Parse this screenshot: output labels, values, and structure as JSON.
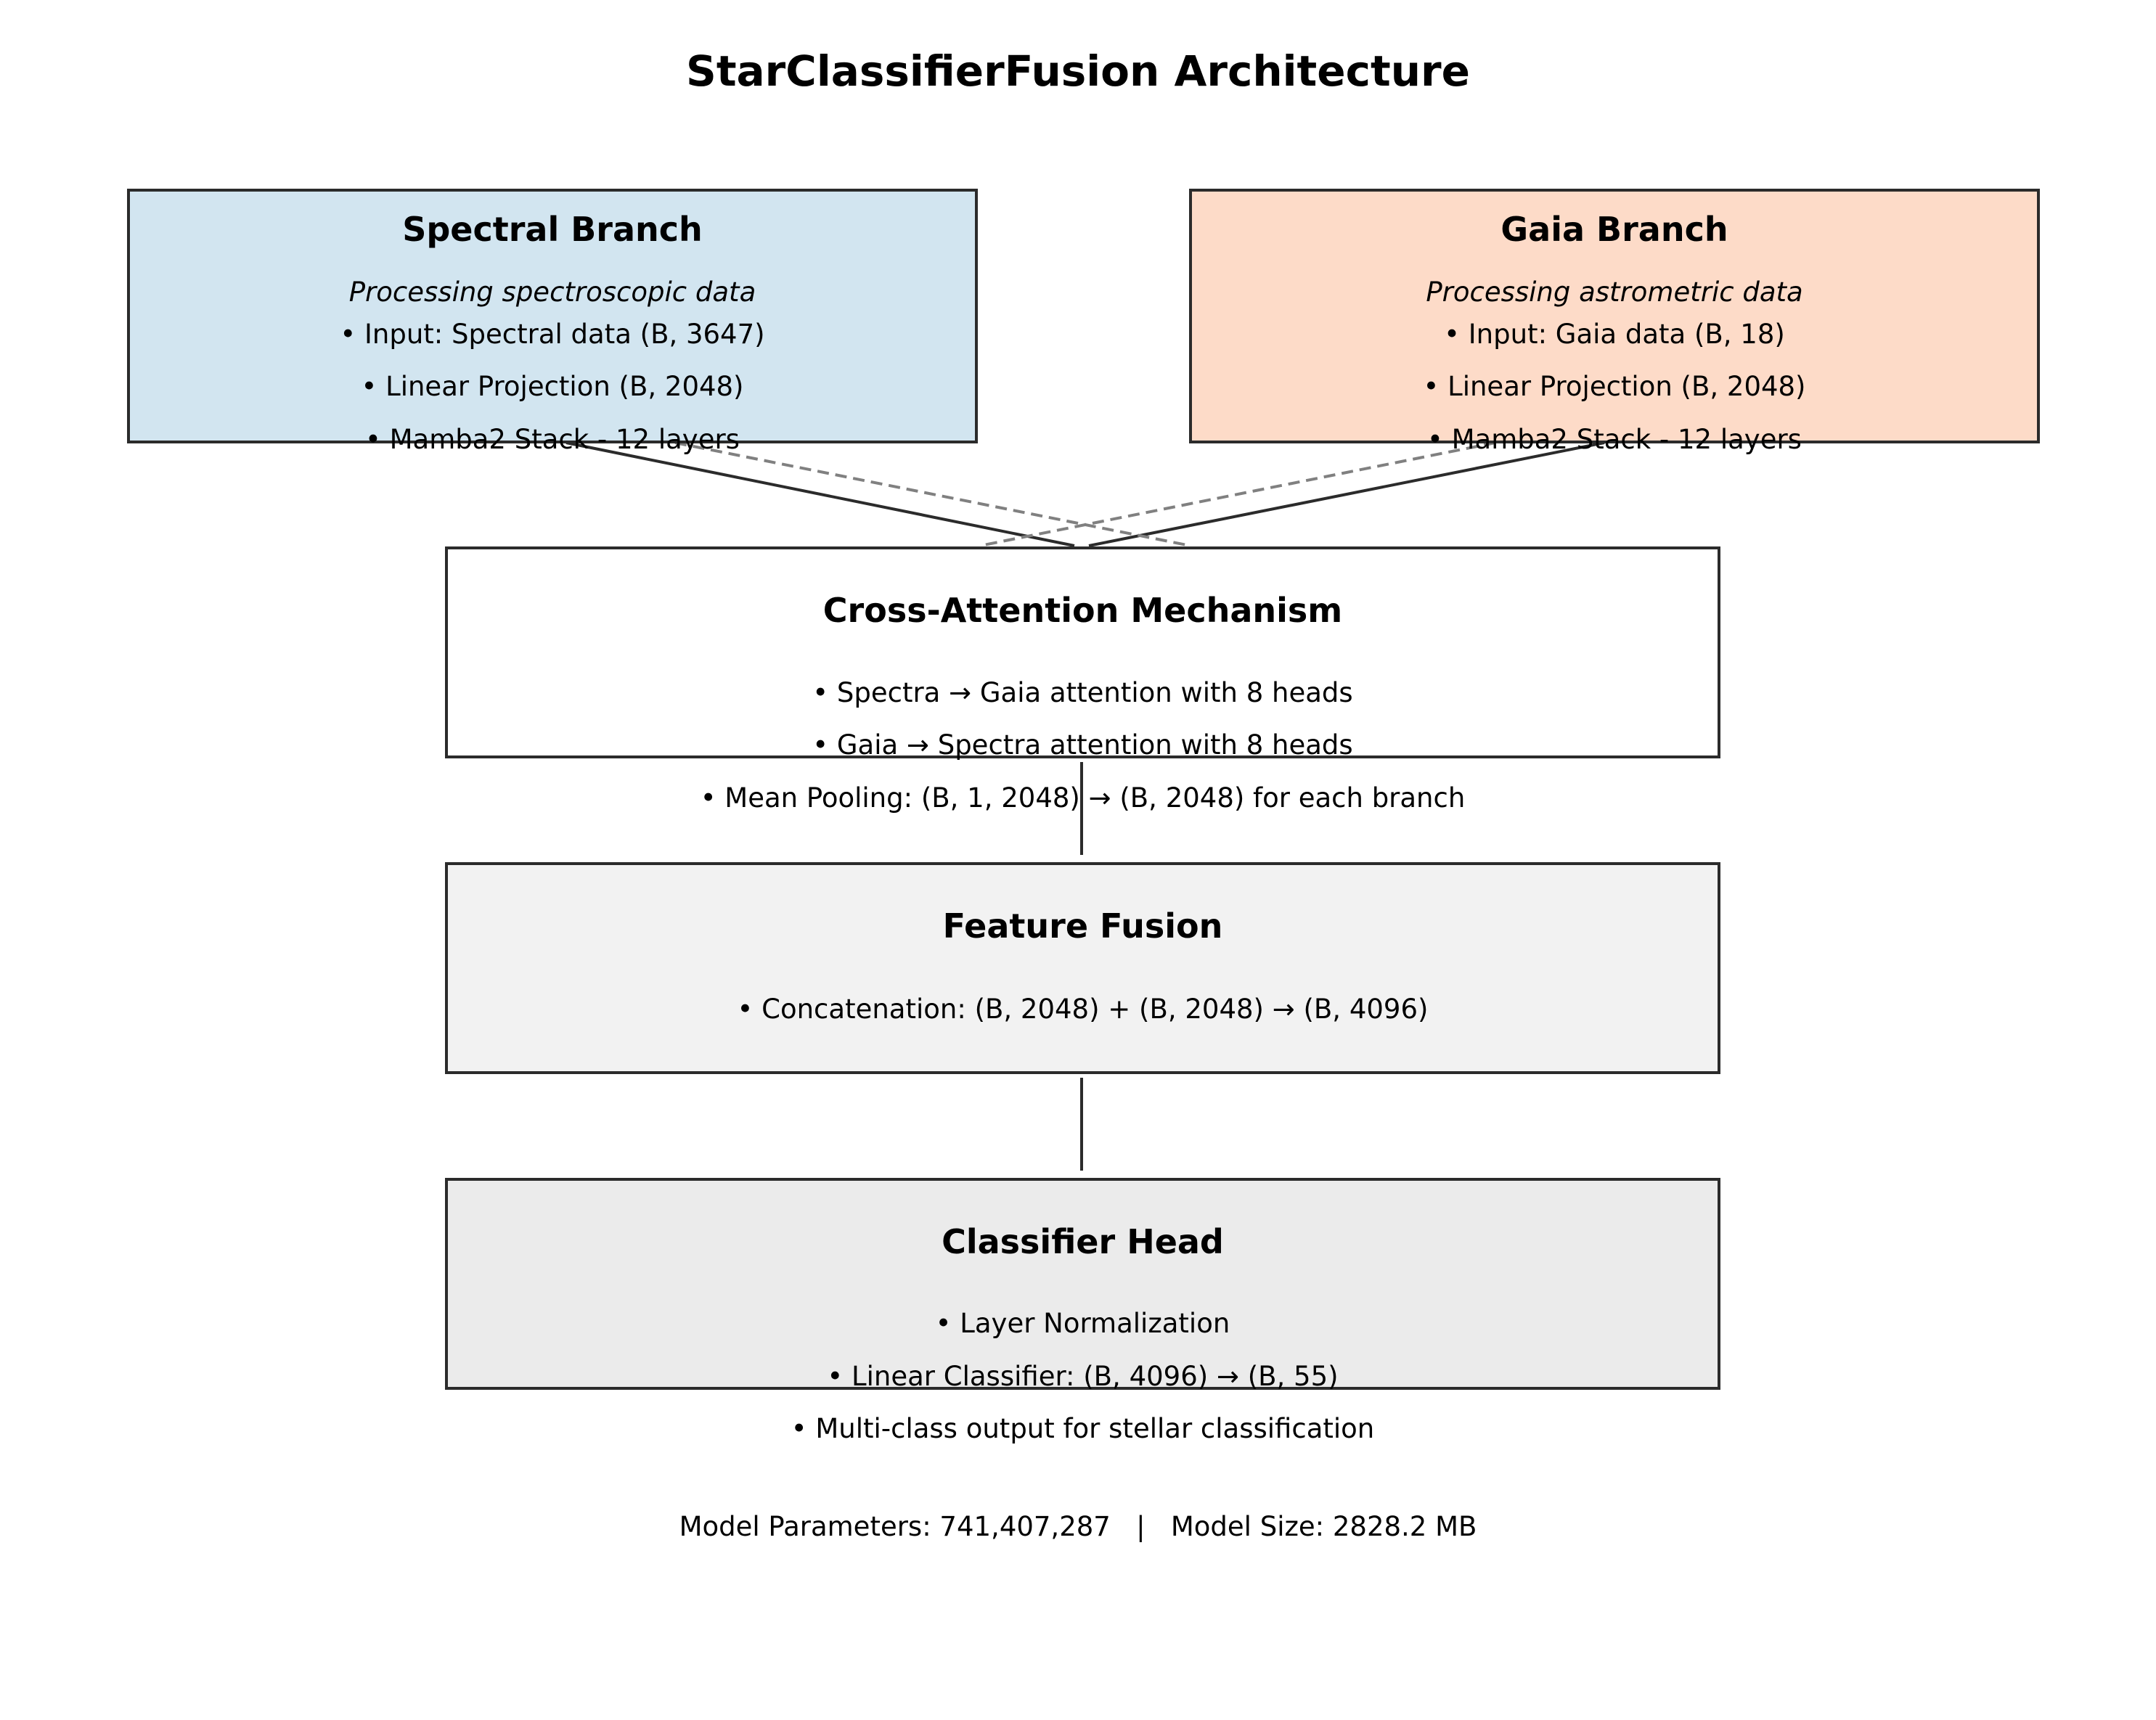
{
  "title": "StarClassifierFusion Architecture",
  "spectral": {
    "title": "Spectral Branch",
    "subtitle": "Processing spectroscopic data",
    "items": [
      "• Input: Spectral data (B, 3647)",
      "• Linear Projection (B, 2048)",
      "• Mamba2 Stack - 12 layers"
    ],
    "fill": "#d2e5f0"
  },
  "gaia": {
    "title": "Gaia Branch",
    "subtitle": "Processing astrometric data",
    "items": [
      "• Input: Gaia data (B, 18)",
      "• Linear Projection (B, 2048)",
      "• Mamba2 Stack - 12 layers"
    ],
    "fill": "#fddbc8"
  },
  "cross": {
    "title": "Cross-Attention Mechanism",
    "items": [
      "• Spectra → Gaia attention with 8 heads",
      "• Gaia → Spectra attention with 8 heads",
      "• Mean Pooling: (B, 1, 2048) → (B, 2048) for each branch"
    ],
    "fill": "#ffffff"
  },
  "fusion": {
    "title": "Feature Fusion",
    "items": [
      "• Concatenation: (B, 2048) + (B, 2048) → (B, 4096)"
    ],
    "fill": "#f2f2f2"
  },
  "head": {
    "title": "Classifier Head",
    "items": [
      "• Layer Normalization",
      "• Linear Classifier: (B, 4096) → (B, 55)",
      "• Multi-class output for stellar classification"
    ],
    "fill": "#ebebeb"
  },
  "footer": "Model Parameters: 741,407,287   |   Model Size: 2828.2 MB"
}
